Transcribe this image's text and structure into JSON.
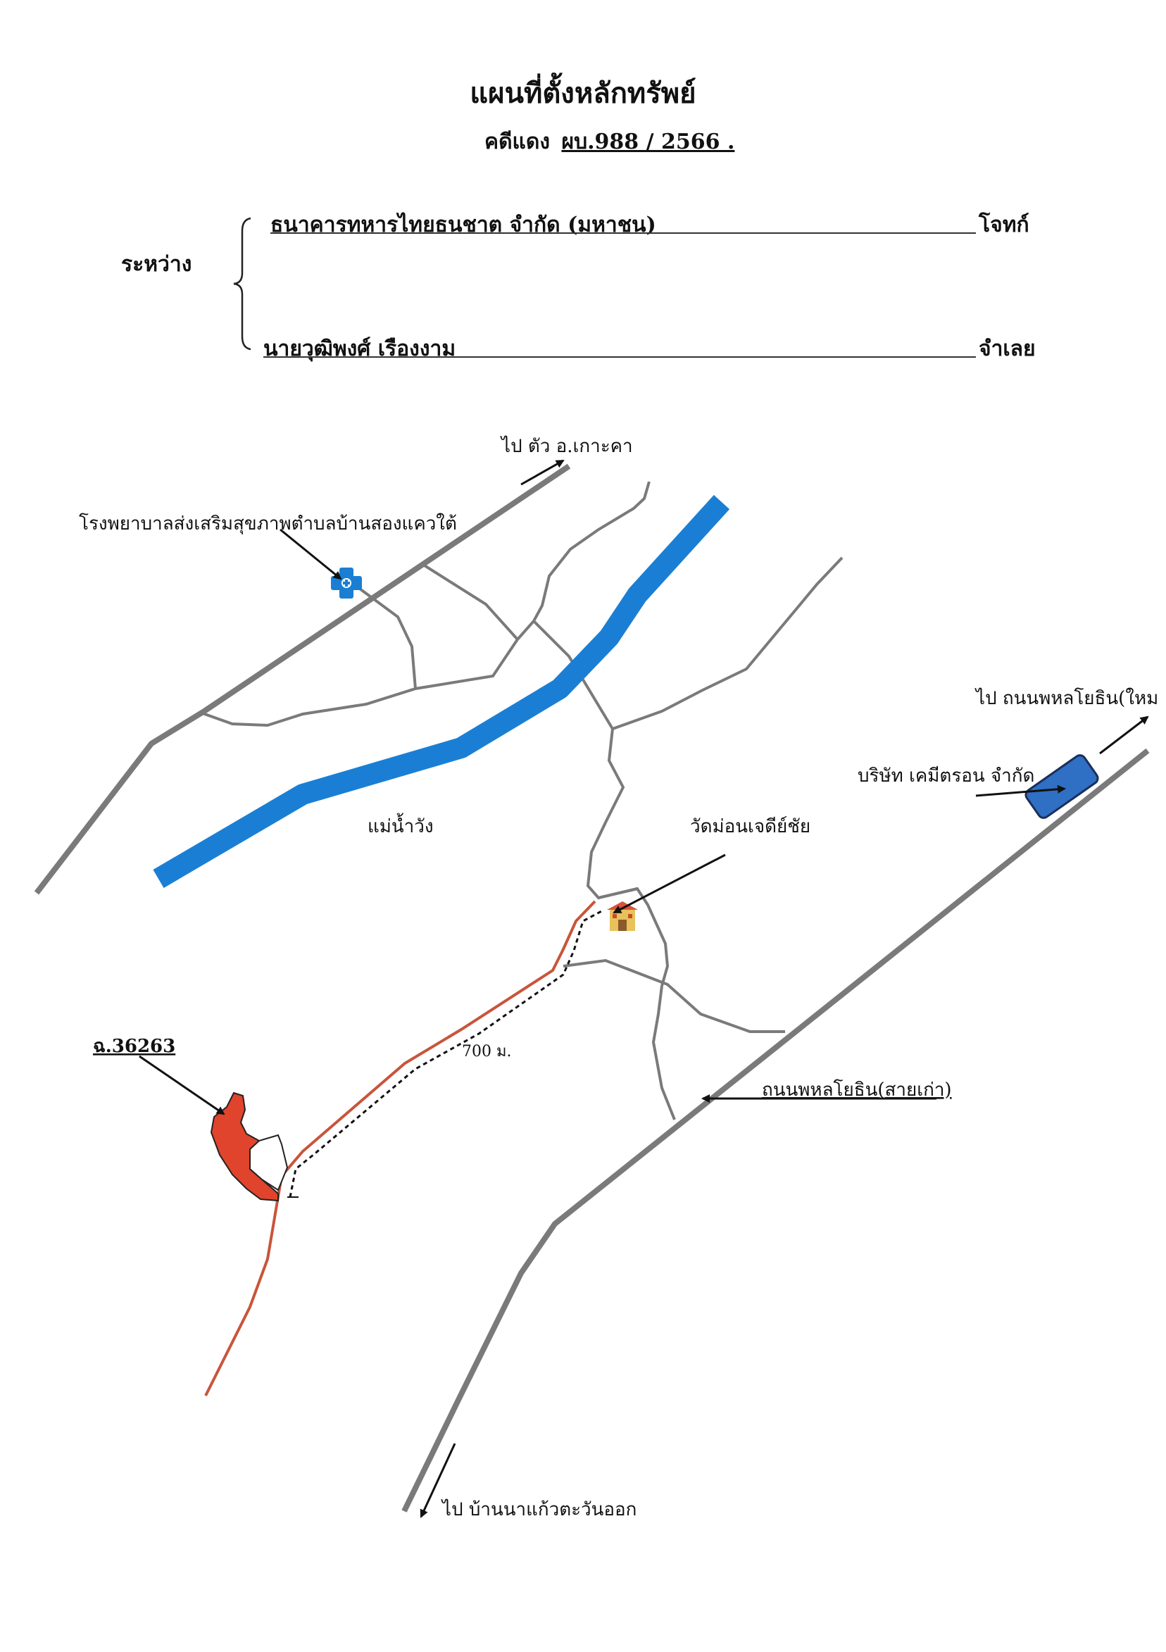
{
  "document": {
    "title": "แผนที่ตั้งหลักทรัพย์",
    "case_label": "คดีแดง",
    "case_number": "ผบ.988 / 2566 .",
    "between_label": "ระหว่าง",
    "plaintiff": "ธนาคารทหารไทยธนชาต จำกัด (มหาชน)",
    "plaintiff_role": "โจทก์",
    "defendant": "นายวุฒิพงศ์ เรืองงาม",
    "defendant_role": "จำเลย"
  },
  "map": {
    "labels": {
      "to_ko_kha": "ไป ตัว อ.เกาะคา",
      "hospital": "โรงพยาบาลส่งเสริมสุขภาพตำบลบ้านสองแควใต้",
      "river": "แม่น้ำวัง",
      "temple": "วัดม่อนเจดีย์ชัย",
      "company": "บริษัท เคมีตรอน จำกัด",
      "to_phahon_new": "ไป ถนนพหลโยธิน(ใหม",
      "title_deed": "ฉ.36263",
      "distance": "700 ม.",
      "phahon_old": "ถนนพหลโยธิน(สายเก่า)",
      "to_ban_na_kaeo": "ไป บ้านนาแก้วตะวันออก"
    },
    "colors": {
      "road": "#7a7a7a",
      "river": "#1a7fd4",
      "access_road": "#c8553a",
      "parcel": "#e0442c",
      "company_box": "#2f6fc4"
    },
    "icons": [
      "hospital-icon",
      "temple-icon"
    ]
  }
}
